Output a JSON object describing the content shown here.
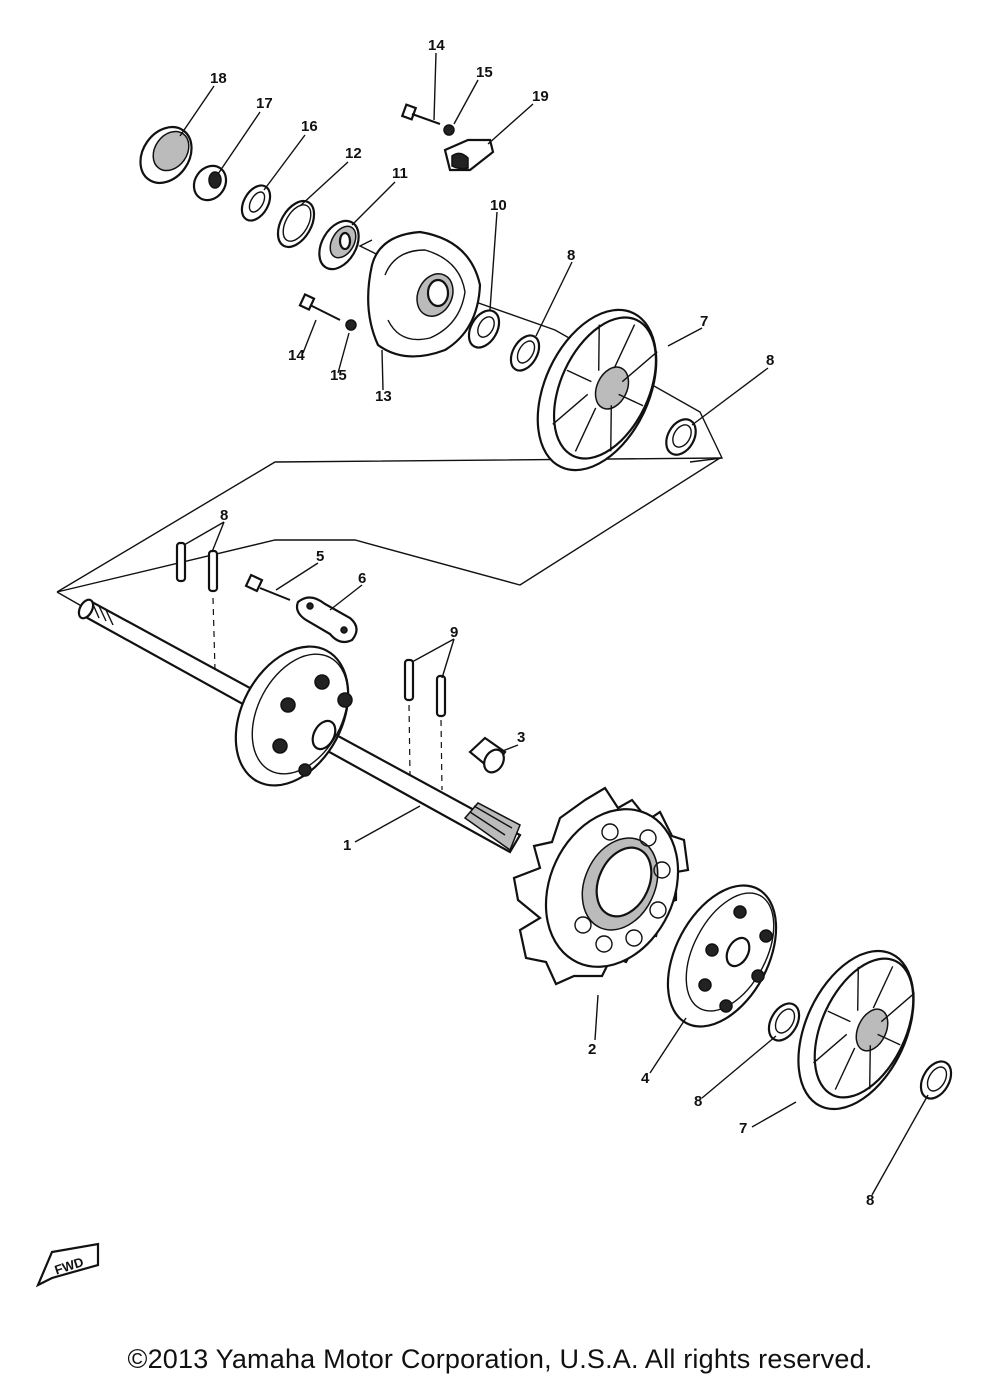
{
  "diagram": {
    "callouts": [
      {
        "id": "c1",
        "label": "1"
      },
      {
        "id": "c2",
        "label": "2"
      },
      {
        "id": "c3",
        "label": "3"
      },
      {
        "id": "c4",
        "label": "4"
      },
      {
        "id": "c5",
        "label": "5"
      },
      {
        "id": "c6",
        "label": "6"
      },
      {
        "id": "c7a",
        "label": "7"
      },
      {
        "id": "c7b",
        "label": "7"
      },
      {
        "id": "c8a",
        "label": "8"
      },
      {
        "id": "c8b",
        "label": "8"
      },
      {
        "id": "c8c",
        "label": "8"
      },
      {
        "id": "c8d",
        "label": "8"
      },
      {
        "id": "c8e",
        "label": "8"
      },
      {
        "id": "c9",
        "label": "9"
      },
      {
        "id": "c10",
        "label": "10"
      },
      {
        "id": "c11",
        "label": "11"
      },
      {
        "id": "c12",
        "label": "12"
      },
      {
        "id": "c13",
        "label": "13"
      },
      {
        "id": "c14a",
        "label": "14"
      },
      {
        "id": "c14b",
        "label": "14"
      },
      {
        "id": "c15a",
        "label": "15"
      },
      {
        "id": "c15b",
        "label": "15"
      },
      {
        "id": "c16",
        "label": "16"
      },
      {
        "id": "c17",
        "label": "17"
      },
      {
        "id": "c18",
        "label": "18"
      },
      {
        "id": "c19",
        "label": "19"
      }
    ],
    "fwd_label": "FWD"
  },
  "footer": {
    "copyright": "©2013 Yamaha Motor Corporation, U.S.A. All rights reserved."
  }
}
